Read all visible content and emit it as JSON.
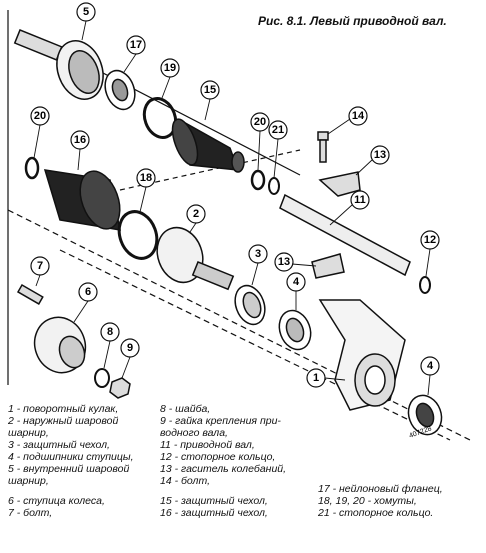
{
  "caption": "Рис. 8.1. Левый приводной вал.",
  "stamp": "407228",
  "callouts": [
    "5",
    "17",
    "19",
    "15",
    "20",
    "21",
    "14",
    "13",
    "20",
    "16",
    "18",
    "2",
    "11",
    "12",
    "7",
    "3",
    "13",
    "6",
    "4",
    "8",
    "9",
    "1",
    "4"
  ],
  "legend": [
    "1 - поворотный кулак,",
    "2 - наружный шаровой",
    "шарнир,",
    "3 - защитный чехол,",
    "4 - подшипники ступицы,",
    "5 - внутренний шаровой",
    "шарнир,",
    "6 - ступица колеса,",
    "7 - болт,",
    "8 - шайба,",
    "9 - гайка крепления при-",
    "водного вала,",
    "11 - приводной вал,",
    "12 - стопорное кольцо,",
    "13 - гаситель колебаний,",
    "14 - болт,",
    "15 - защитный чехол,",
    "16 - защитный чехол,",
    "17 - нейлоновый фланец,",
    "18, 19, 20 - хомуты,",
    "21 - стопорное кольцо."
  ]
}
